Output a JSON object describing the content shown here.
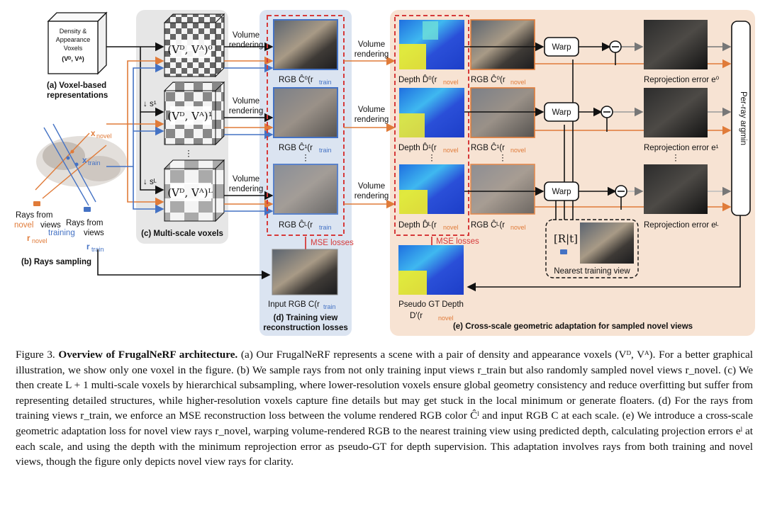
{
  "figure": {
    "voxel_box": {
      "lines": [
        "Density &",
        "Appearance",
        "Voxels"
      ],
      "math": "(V",
      "math_line": "(Vᴰ, Vᴬ)"
    },
    "label_a": [
      "(a) Voxel-based",
      "representations"
    ],
    "label_b": "(b) Rays sampling",
    "label_c": "(c) Multi-scale voxels",
    "label_d": [
      "(d) Training view",
      "reconstruction losses"
    ],
    "label_e": "(e) Cross-scale geometric adaptation for sampled novel views",
    "x_novel": "x",
    "x_novel_sub": "novel",
    "x_train": "x",
    "x_train_sub": "train",
    "rays_novel": [
      "Rays from",
      "novel",
      "views"
    ],
    "r_novel": "r",
    "r_novel_sub": "novel",
    "rays_train": [
      "Rays from",
      "training",
      "views"
    ],
    "r_train": "r",
    "r_train_sub": "train",
    "voxel_labels": [
      "(Vᴰ, Vᴬ)⁰",
      "(Vᴰ, Vᴬ)¹",
      "(Vᴰ, Vᴬ)ᴸ"
    ],
    "scale_labels": [
      "↓ s¹",
      "↓ sᴸ"
    ],
    "vertical_dots": "⋮",
    "volume_rendering": [
      "Volume",
      "rendering"
    ],
    "rgb_train_labels": [
      "RGB Ĉ⁰(r",
      "RGB Ĉ¹(r",
      "RGB Ĉᴸ(r"
    ],
    "train_sub": "train",
    "novel_sub": "novel",
    "mse_losses": "MSE losses",
    "input_rgb": "Input RGB C(r",
    "depth_labels": [
      "Depth D̂⁰(r",
      "Depth D̂¹(r",
      "Depth D̂ᴸ(r"
    ],
    "rgb_novel_labels": [
      "RGB Ĉ⁰(r",
      "RGB Ĉ¹(r",
      "RGB Ĉᴸ(r"
    ],
    "warp": "Warp",
    "reproj_labels": [
      "Reprojection error e⁰",
      "Reprojection error e¹",
      "Reprojection error eᴸ"
    ],
    "per_ray_argmin": "Per-ray argmin",
    "rt": "[R|t]",
    "nearest_training_view": "Nearest training view",
    "pseudo_gt": [
      "Pseudo GT Depth",
      "D′(r"
    ],
    "colors": {
      "orange": "#e07b39",
      "blue": "#4472c4",
      "red": "#d63a3a",
      "panel_gray": "#e6e6e6",
      "panel_blue": "#dbe4f1",
      "panel_peach": "#f7e3d3"
    }
  },
  "caption": {
    "fig_label": "Figure 3.",
    "title": "Overview of FrugalNeRF architecture.",
    "body": " (a) Our FrugalNeRF represents a scene with a pair of density and appearance voxels (Vᴰ, Vᴬ). For a better graphical illustration, we show only one voxel in the figure. (b) We sample rays from not only training input views r_train but also randomly sampled novel views r_novel. (c) We then create L + 1 multi-scale voxels by hierarchical subsampling, where lower-resolution voxels ensure global geometry consistency and reduce overfitting but suffer from representing detailed structures, while higher-resolution voxels capture fine details but may get stuck in the local minimum or generate floaters. (d) For the rays from training views r_train, we enforce an MSE reconstruction loss between the volume rendered RGB color Ĉˡ and input RGB C at each scale. (e) We introduce a cross-scale geometric adaptation loss for novel view rays r_novel, warping volume-rendered RGB to the nearest training view using predicted depth, calculating projection errors eˡ at each scale, and using the depth with the minimum reprojection error as pseudo-GT for depth supervision. This adaptation involves rays from both training and novel views, though the figure only depicts novel view rays for clarity."
  }
}
